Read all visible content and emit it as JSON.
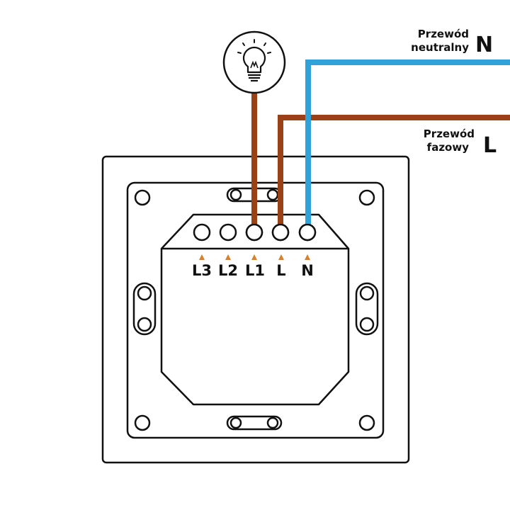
{
  "labels": {
    "neutral_line1": "Przewód",
    "neutral_line2": "neutralny",
    "neutral_letter": "N",
    "phase_line1": "Przewód",
    "phase_line2": "fazowy",
    "phase_letter": "L"
  },
  "terminals": [
    "L3",
    "L2",
    "L1",
    "L",
    "N"
  ],
  "colors": {
    "neutral_wire": "#2fa3d9",
    "phase_wire": "#9a4216",
    "outline": "#111111",
    "marker": "#d9812a"
  },
  "icons": {
    "lamp": "light-bulb-icon"
  }
}
